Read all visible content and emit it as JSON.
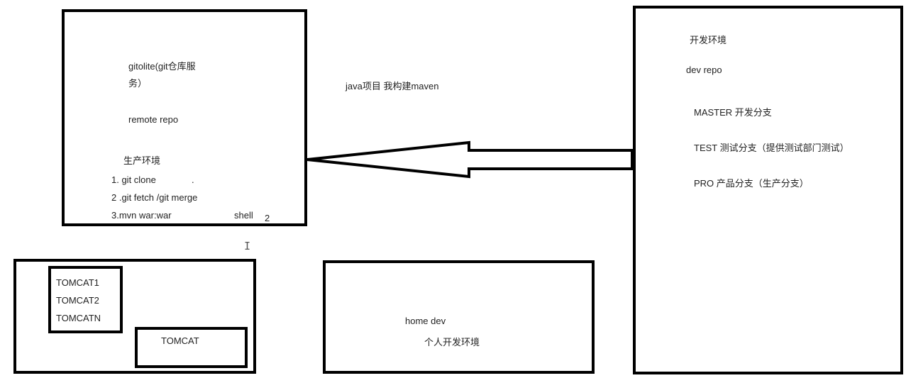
{
  "remote_box": {
    "title_line1": "gitolite(git仓库服",
    "title_line2": "务）",
    "remote_repo": "remote repo",
    "env_label": "生产环境",
    "step1": "1. git clone",
    "step1_dot": ".",
    "step2": "2 .git fetch  /git merge",
    "step3": "3.mvn war:war",
    "shell": "shell",
    "shell_num": "2"
  },
  "arrow_label": "java项目  我构建maven",
  "dev_box": {
    "env_label": "开发环境",
    "repo": "dev repo",
    "master": "MASTER 开发分支",
    "test": "TEST 测试分支（提供测试部门测试）",
    "pro": "PRO 产品分支（生产分支）"
  },
  "server_box": {
    "tomcats": [
      "TOMCAT1",
      "TOMCAT2",
      "TOMCATN"
    ],
    "tomcat": "TOMCAT"
  },
  "home_box": {
    "label": "home dev",
    "sublabel": "个人开发环境"
  },
  "colors": {
    "stroke": "#000000",
    "text": "#222222",
    "background": "#ffffff"
  },
  "icons": {
    "cursor": "text-cursor-icon"
  }
}
